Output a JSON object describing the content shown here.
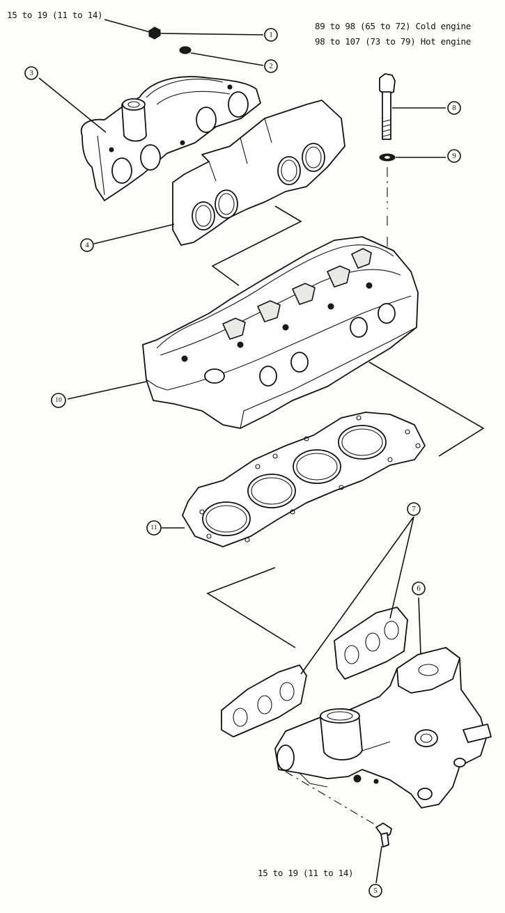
{
  "torque_specs": {
    "nut_1": "15 to 19 (11 to 14)",
    "bolt_8_cold": "89 to 98 (65 to 72) Cold engine",
    "bolt_8_hot": "98 to 107 (73 to 79) Hot engine",
    "bolt_5": "15 to 19 (11 to 14)"
  },
  "callouts": [
    "1",
    "2",
    "3",
    "4",
    "5",
    "6",
    "7",
    "8",
    "9",
    "10",
    "11"
  ]
}
